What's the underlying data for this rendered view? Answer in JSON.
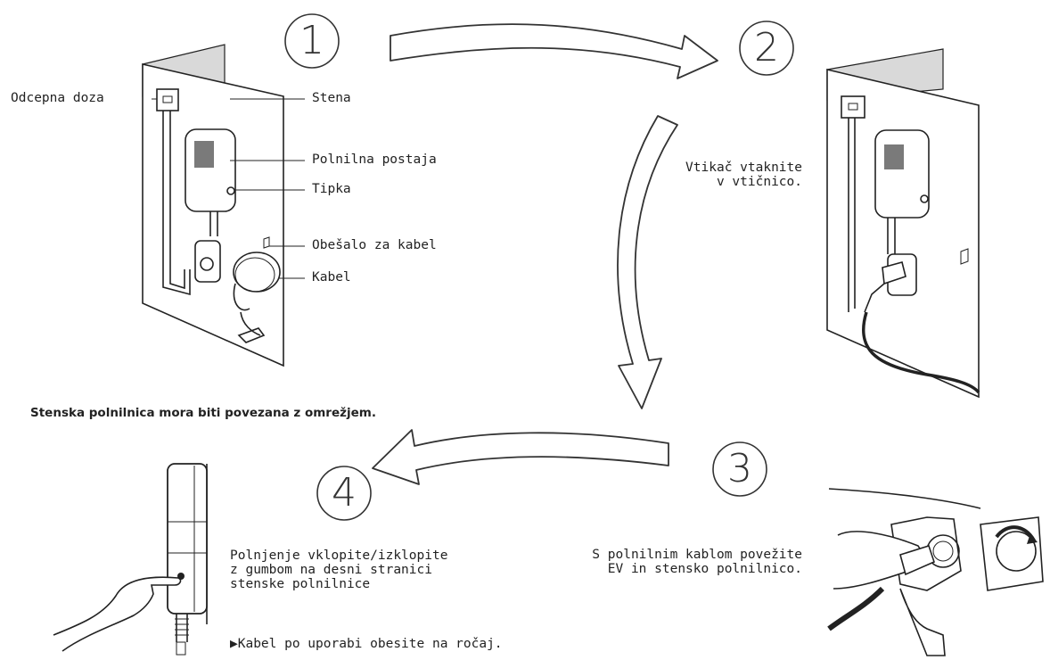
{
  "steps": [
    "1",
    "2",
    "3",
    "4"
  ],
  "labels": {
    "junction_box": "Odcepna doza",
    "wall": "Stena",
    "charging_station": "Polnilna postaja",
    "button": "Tipka",
    "cable_hanger": "Obešalo za kabel",
    "cable": "Kabel"
  },
  "notes": {
    "step1": "Stenska polnilnica mora biti povezana z omrežjem.",
    "step2": "Vtikač vtaknite\nv vtičnico.",
    "step3": "S polnilnim kablom povežite\nEV in stensko polnilnico.",
    "step4": "Polnjenje vklopite/izklopite\nz gumbom na desni stranici\nstenske polnilnice",
    "final": "▶Kabel po uporabi obesite na ročaj."
  },
  "colors": {
    "line": "#222222",
    "wall_shade": "#d9d9d9",
    "screen": "#7a7a7a"
  }
}
